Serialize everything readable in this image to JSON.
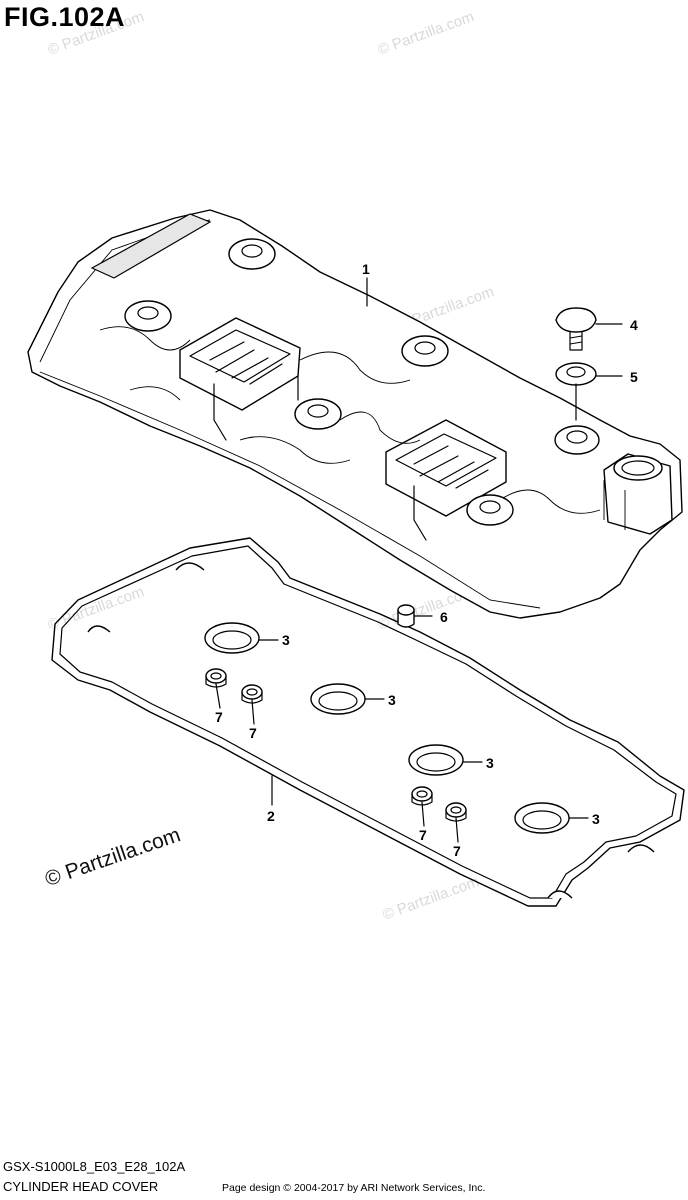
{
  "figure": {
    "title": "FIG.102A",
    "model_code": "GSX-S1000L8_E03_E28_102A",
    "caption": "CYLINDER HEAD COVER"
  },
  "footer": {
    "copyright": "Page design © 2004-2017 by ARI Network Services, Inc."
  },
  "watermark": {
    "text": "© Partzilla.com"
  },
  "callouts": [
    {
      "label": "1",
      "part": "cylinder-head-cover"
    },
    {
      "label": "2",
      "part": "cover-gasket"
    },
    {
      "label": "3",
      "part": "plug-hole-gasket"
    },
    {
      "label": "3",
      "part": "plug-hole-gasket"
    },
    {
      "label": "3",
      "part": "plug-hole-gasket"
    },
    {
      "label": "3",
      "part": "plug-hole-gasket"
    },
    {
      "label": "4",
      "part": "cover-bolt"
    },
    {
      "label": "5",
      "part": "bolt-grommet"
    },
    {
      "label": "6",
      "part": "dowel-pin"
    },
    {
      "label": "7",
      "part": "small-seal"
    },
    {
      "label": "7",
      "part": "small-seal"
    },
    {
      "label": "7",
      "part": "small-seal"
    },
    {
      "label": "7",
      "part": "small-seal"
    }
  ]
}
